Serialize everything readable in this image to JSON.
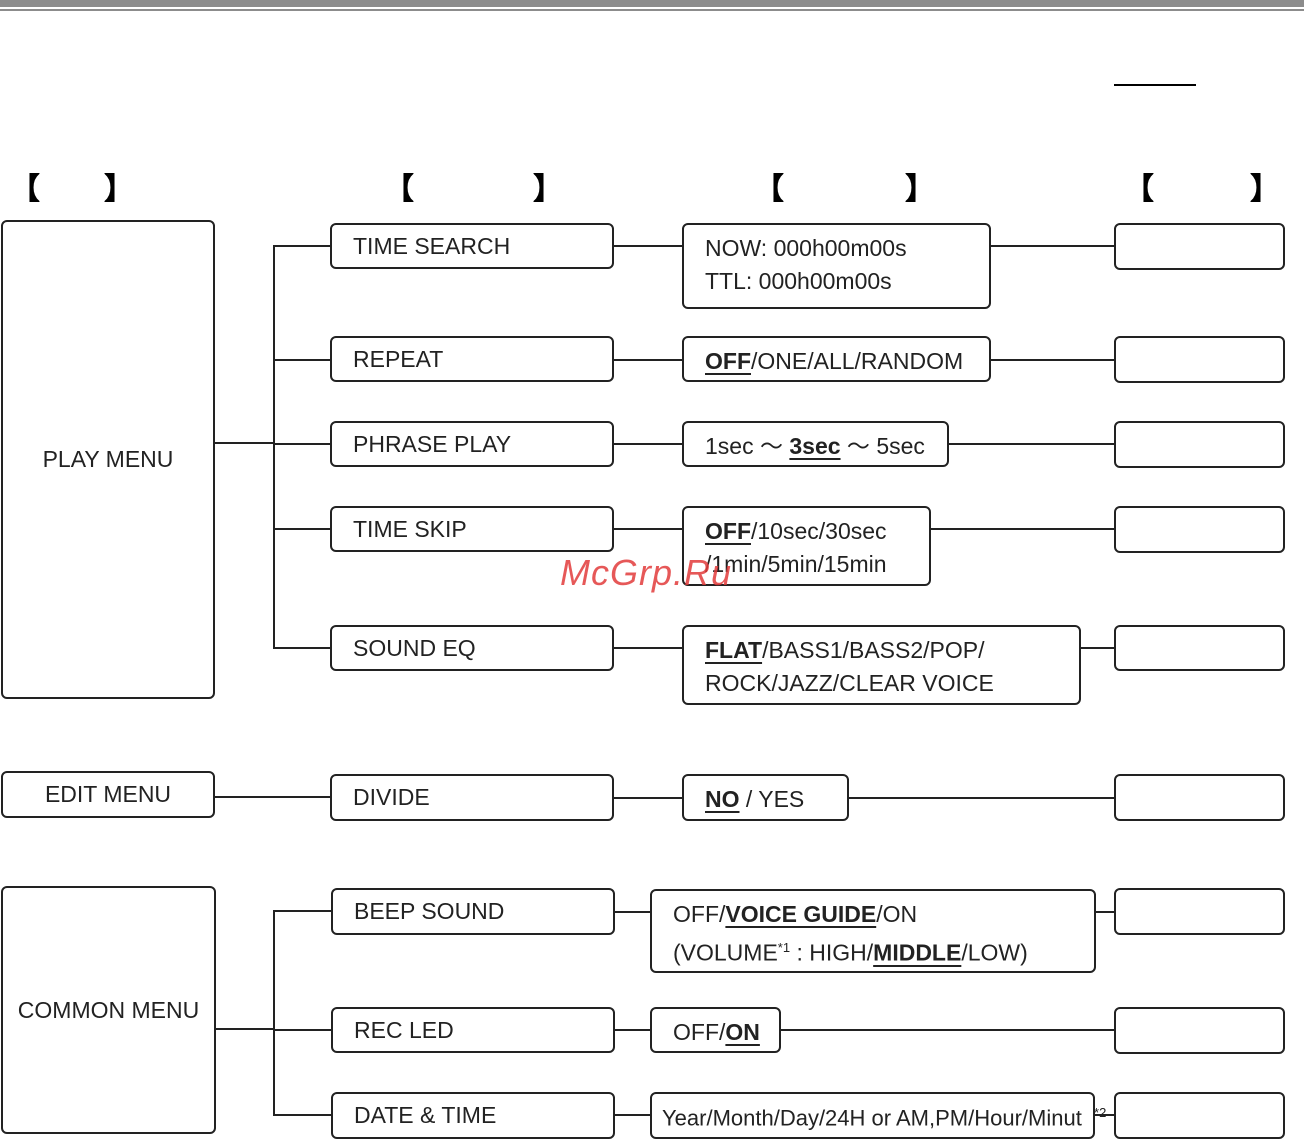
{
  "watermark": "McGrp.Ru",
  "menus": {
    "play": "PLAY MENU",
    "edit": "EDIT MENU",
    "common": "COMMON MENU"
  },
  "items": {
    "time_search": "TIME SEARCH",
    "repeat": "REPEAT",
    "phrase_play": "PHRASE PLAY",
    "time_skip": "TIME SKIP",
    "sound_eq": "SOUND EQ",
    "divide": "DIVIDE",
    "beep_sound": "BEEP SOUND",
    "rec_led": "REC LED",
    "date_time": "DATE & TIME"
  },
  "options": {
    "time_search": {
      "line1": "NOW: 000h00m00s",
      "line2": "TTL: 000h00m00s"
    },
    "repeat": {
      "default": "OFF",
      "rest": "/ONE/ALL/RANDOM"
    },
    "phrase_play": {
      "pre": "1sec ～ ",
      "default": "3sec",
      "post": " ～ 5sec"
    },
    "time_skip": {
      "default": "OFF",
      "rest1": "/10sec/30sec",
      "line2": "/1min/5min/15min"
    },
    "sound_eq": {
      "default": "FLAT",
      "rest1": "/BASS1/BASS2/POP/",
      "line2": "ROCK/JAZZ/CLEAR VOICE"
    },
    "divide": {
      "default": "NO",
      "rest": " / YES"
    },
    "beep_sound": {
      "pre": "OFF/",
      "default": "VOICE GUIDE",
      "post": "/ON",
      "l2_pre": "(VOLUME",
      "l2_note": "*1",
      "l2_mid": " : HIGH/",
      "l2_default": "MIDDLE",
      "l2_post": "/LOW)"
    },
    "rec_led": {
      "pre": "OFF/",
      "default": "ON"
    },
    "date_time": {
      "text": "Year/Month/Day/24H or AM,PM/Hour/Minut",
      "note": "*2"
    }
  }
}
